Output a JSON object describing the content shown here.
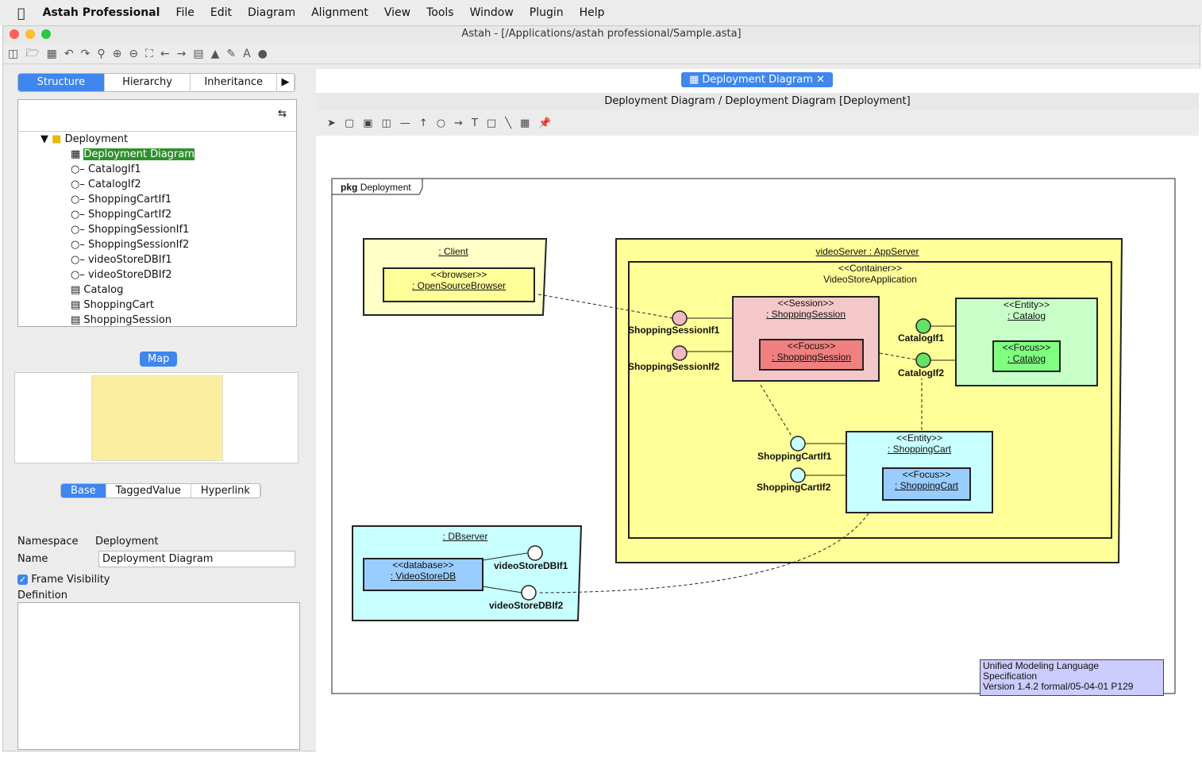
{
  "menubar": {
    "app": "Astah Professional",
    "file": "File",
    "edit": "Edit",
    "diagram": "Diagram",
    "alignment": "Alignment",
    "view": "View",
    "tools": "Tools",
    "window": "Window",
    "plugin": "Plugin",
    "help": "Help"
  },
  "window_title": "Astah - [/Applications/astah professional/Sample.asta]",
  "tree_tabs": {
    "structure": "Structure",
    "hierarchy": "Hierarchy",
    "inheritance": "Inheritance"
  },
  "tree": {
    "folder": "Deployment",
    "items": [
      "Deployment Diagram",
      "CatalogIf1",
      "CatalogIf2",
      "ShoppingCartIf1",
      "ShoppingCartIf2",
      "ShoppingSessionIf1",
      "ShoppingSessionIf2",
      "videoStoreDBIf1",
      "videoStoreDBIf2",
      "Catalog",
      "ShoppingCart",
      "ShoppingSession"
    ]
  },
  "map_label": "Map",
  "prop_tabs": {
    "base": "Base",
    "tagged": "TaggedValue",
    "hyperlink": "Hyperlink"
  },
  "props": {
    "namespace_label": "Namespace",
    "namespace_value": "Deployment",
    "name_label": "Name",
    "name_value": "Deployment Diagram",
    "frame_visibility": "Frame Visibility",
    "definition": "Definition"
  },
  "diagram_tab": "Deployment Diagram",
  "diagram_title": "Deployment Diagram / Deployment Diagram [Deployment]",
  "diagram": {
    "pkg": "pkg",
    "pkg_name": "Deployment",
    "client": ": Client",
    "browser_st": "<<browser>>",
    "browser": ": OpenSourceBrowser",
    "server": "videoServer : AppServer",
    "container_st": "<<Container>>",
    "container": "VideoStoreApplication",
    "session_st": "<<Session>>",
    "session": ": ShoppingSession",
    "focus_st": "<<Focus>>",
    "session_focus": ": ShoppingSession",
    "entity_st": "<<Entity>>",
    "catalog": ": Catalog",
    "catalog_focus": ": Catalog",
    "cart": ": ShoppingCart",
    "cart_focus": ": ShoppingCart",
    "ssif1": "ShoppingSessionIf1",
    "ssif2": "ShoppingSessionIf2",
    "catif1": "CatalogIf1",
    "catif2": "CatalogIf2",
    "scif1": "ShoppingCartIf1",
    "scif2": "ShoppingCartIf2",
    "dbserver": ": DBserver",
    "db_st": "<<database>>",
    "db": ": VideoStoreDB",
    "dbif1": "videoStoreDBIf1",
    "dbif2": "videoStoreDBIf2",
    "note1": "Unified Modeling Language",
    "note2": "Specification",
    "note3": "Version 1.4.2 formal/05-04-01 P129"
  }
}
